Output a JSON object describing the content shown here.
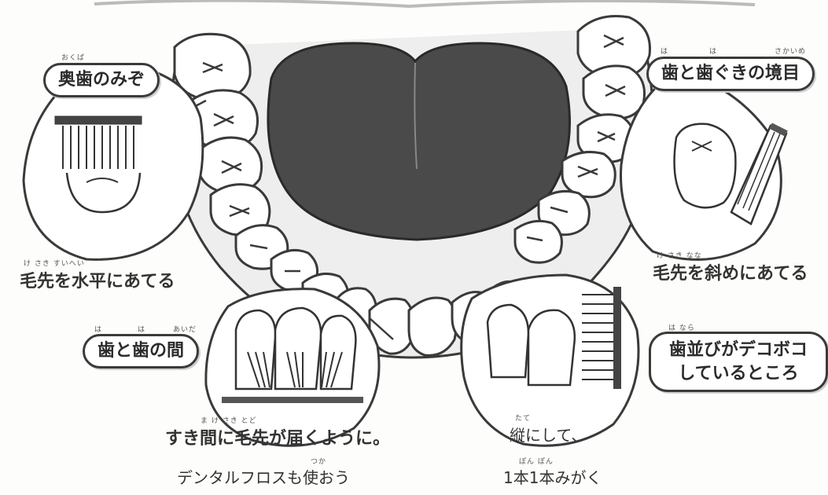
{
  "labels": {
    "molar_grooves": "奥歯のみぞ",
    "gumline": "歯と歯ぐきの境目",
    "between_teeth": "歯と歯の間",
    "crooked_line1": "歯並びがデコボコ",
    "crooked_line2": "しているところ"
  },
  "ruby": {
    "molar_grooves": "おくば",
    "gumline_left": "は",
    "gumline_mid": "は",
    "gumline_right": "さかいめ",
    "between_left": "は",
    "between_mid": "は",
    "between_right": "あいだ",
    "horizontal": "け さき   すいへい",
    "diagonal": "け さき   なな",
    "gap": "ま  け さき  とど",
    "floss": "つか",
    "vertical": "たて",
    "one_each": "ぽん  ぽん",
    "narabi": "は なら"
  },
  "captions": {
    "horizontal": "毛先を水平にあてる",
    "diagonal": "毛先を斜めにあてる",
    "gap": "すき間に毛先が届くように。",
    "floss": "デンタルフロスも使おう",
    "vertical_1": "縦にして、",
    "vertical_2": "1本1本みがく"
  },
  "colors": {
    "tongue": "#4a4a4a",
    "outline": "#3a3a3a",
    "tooth": "#ffffff",
    "gum": "#e6e6e6"
  }
}
